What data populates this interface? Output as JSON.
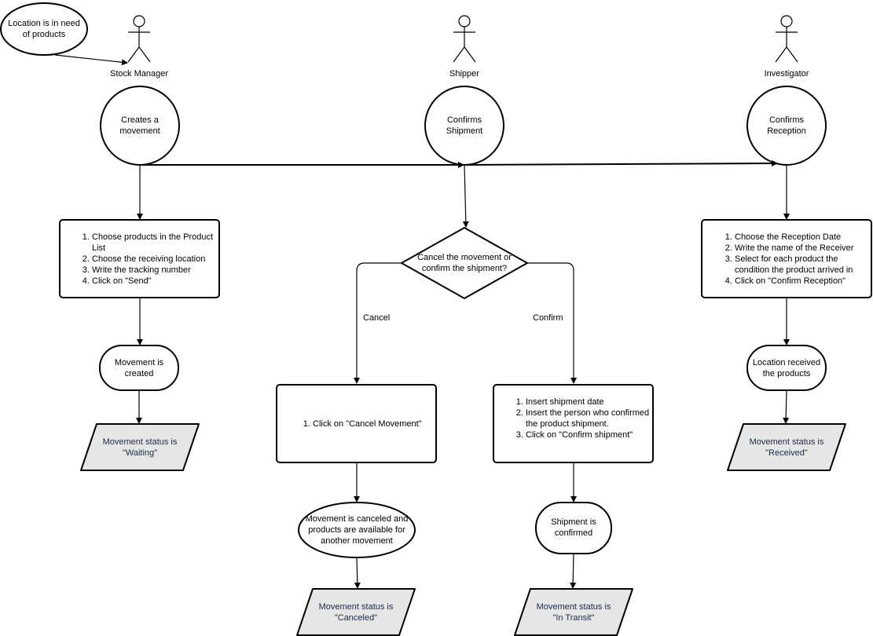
{
  "trigger": {
    "text": "Location is in need of products"
  },
  "actors": {
    "stock_manager": {
      "name": "Stock Manager"
    },
    "shipper": {
      "name": "Shipper"
    },
    "investigator": {
      "name": "Investigator"
    }
  },
  "activities": {
    "creates_movement": "Creates a movement",
    "confirms_shipment": "Confirms Shipment",
    "confirms_reception": "Confirms Reception"
  },
  "create_steps": [
    "Choose products in the Product List",
    "Choose the receiving location",
    "Write the tracking number",
    "Click on \"Send\""
  ],
  "reception_steps": [
    "Choose the Reception Date",
    "Write the name of the Receiver",
    "Select for each product the condition the product arrived in",
    "Click on \"Confirm Reception\""
  ],
  "decision": {
    "text": "Cancel the movement or confirm the shipment?"
  },
  "branches": {
    "cancel": "Cancel",
    "confirm": "Confirm"
  },
  "cancel_steps": [
    "Click on \"Cancel Movement\""
  ],
  "confirm_steps": [
    "Insert shipment date",
    "Insert the person who confirmed the product shipment.",
    "Click on \"Confirm shipment\""
  ],
  "results": {
    "created": "Movement is created",
    "canceled": "Movement is canceled and products are available for another movement",
    "shipped": "Shipment is confirmed",
    "received": "Location received the products"
  },
  "statuses": {
    "waiting": {
      "line1": "Movement status is",
      "line2": "\"Waiting\""
    },
    "canceled": {
      "line1": "Movement status is",
      "line2": "\"Canceled\""
    },
    "in_transit": {
      "line1": "Movement status is",
      "line2": "\"In Transit\""
    },
    "received": {
      "line1": "Movement status is",
      "line2": "\"Received\""
    }
  },
  "colors": {
    "stroke": "#000000",
    "status_fill": "#e6e6e6",
    "status_text": "#1a2a4a"
  }
}
